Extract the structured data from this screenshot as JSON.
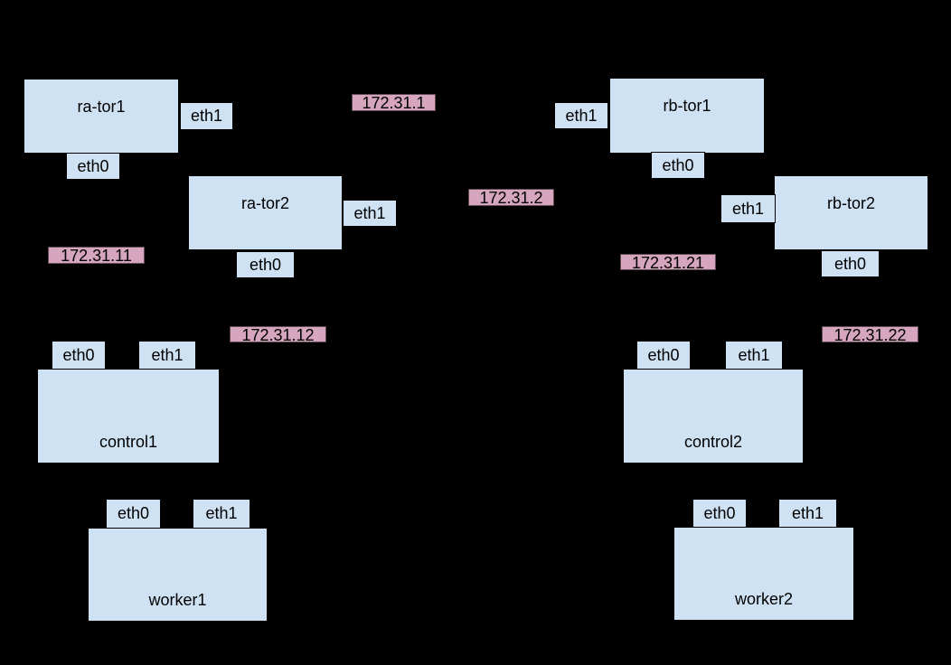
{
  "colors": {
    "background": "#000000",
    "node_fill": "#cfe2f3",
    "node_border": "#000000",
    "ip_fill": "#d5a6bd",
    "text": "#000000"
  },
  "nodes": {
    "ra_tor1": "ra-tor1",
    "ra_tor2": "ra-tor2",
    "rb_tor1": "rb-tor1",
    "rb_tor2": "rb-tor2",
    "control1": "control1",
    "control2": "control2",
    "worker1": "worker1",
    "worker2": "worker2"
  },
  "ports": {
    "eth0": "eth0",
    "eth1": "eth1"
  },
  "ips": {
    "ip_1": "172.31.1",
    "ip_2": "172.31.2",
    "ip_11": "172.31.11",
    "ip_12": "172.31.12",
    "ip_21": "172.31.21",
    "ip_22": "172.31.22"
  }
}
